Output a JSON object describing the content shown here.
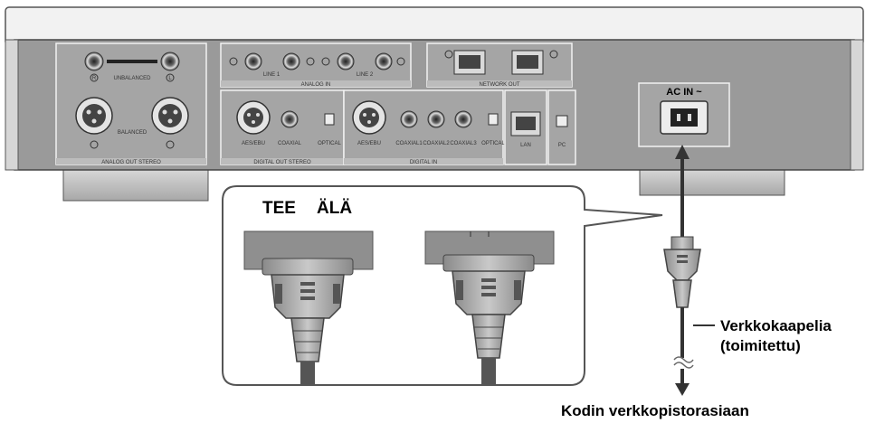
{
  "device": {
    "analog_out": {
      "unbalanced": "UNBALANCED",
      "balanced": "BALANCED",
      "section": "ANALOG OUT STEREO",
      "r": "R",
      "l": "L"
    },
    "analog_in": {
      "line1": "LINE 1",
      "line2": "LINE 2",
      "section": "ANALOG IN"
    },
    "network_out": {
      "section": "NETWORK OUT"
    },
    "digital_out": {
      "aes": "AES/EBU",
      "coaxial": "COAXIAL",
      "optical": "OPTICAL",
      "section": "DIGITAL OUT STEREO"
    },
    "digital_in": {
      "aes": "AES/EBU",
      "coaxial1": "COAXIAL1",
      "coaxial2": "COAXIAL2",
      "coaxial3": "COAXIAL3",
      "optical": "OPTICAL",
      "section": "DIGITAL IN"
    },
    "lan": {
      "label": "LAN"
    },
    "usb": {
      "label": "PC"
    },
    "ac_in": {
      "label": "AC IN ~"
    }
  },
  "callout": {
    "do_label": "TEE",
    "dont_label": "ÄLÄ"
  },
  "labels": {
    "cable_line1": "Verkkokaapelia",
    "cable_line2": "(toimitettu)",
    "outlet": "Kodin verkkopistorasiaan"
  }
}
